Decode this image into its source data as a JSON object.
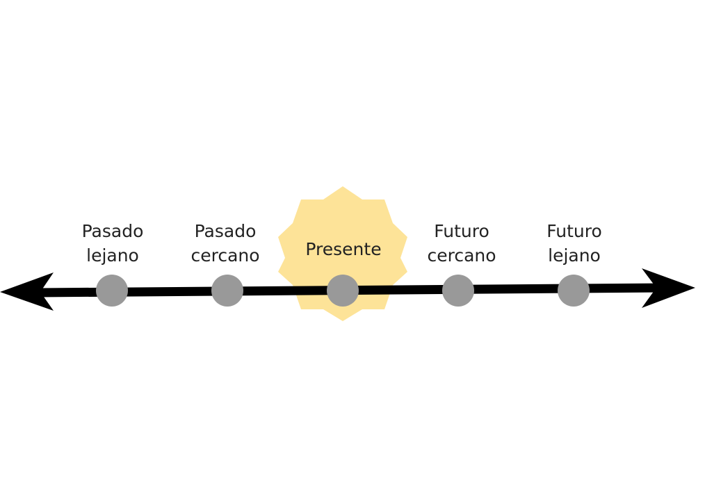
{
  "colors": {
    "line": "#000000",
    "point": "#999999",
    "highlight": "#fde398",
    "text": "#222222"
  },
  "timeline": {
    "points": [
      {
        "id": "pasado-lejano",
        "lines": [
          "Pasado",
          "lejano"
        ]
      },
      {
        "id": "pasado-cercano",
        "lines": [
          "Pasado",
          "cercano"
        ]
      },
      {
        "id": "presente",
        "lines": [
          "Presente"
        ],
        "highlighted": true,
        "highlight_shape": "star-burst"
      },
      {
        "id": "futuro-cercano",
        "lines": [
          "Futuro",
          "cercano"
        ]
      },
      {
        "id": "futuro-lejano",
        "lines": [
          "Futuro",
          "lejano"
        ]
      }
    ],
    "direction_markers": [
      "arrow-left-icon",
      "arrow-right-icon"
    ]
  }
}
